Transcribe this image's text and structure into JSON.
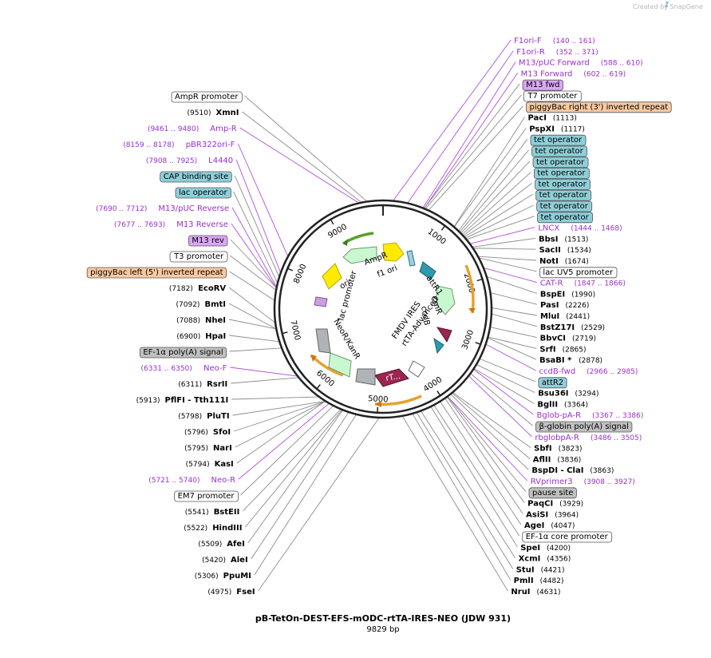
{
  "credit": "Created by SnapGene",
  "title": "pB-TetOn-DEST-EFS-mODC-rtTA-IRES-NEO (JDW 931)",
  "subtitle": "9829 bp",
  "total_bp": 9829,
  "ticks": [
    {
      "label": "1000",
      "pos": 1000
    },
    {
      "label": "2000",
      "pos": 2000
    },
    {
      "label": "3000",
      "pos": 3000
    },
    {
      "label": "4000",
      "pos": 4000
    },
    {
      "label": "5000",
      "pos": 5000
    },
    {
      "label": "6000",
      "pos": 6000
    },
    {
      "label": "7000",
      "pos": 7000
    },
    {
      "label": "8000",
      "pos": 8000
    },
    {
      "label": "9000",
      "pos": 9000
    }
  ],
  "inner_features": [
    {
      "label": "ori",
      "color": "#ffea00",
      "pos": 9700
    },
    {
      "label": "AmpR",
      "color": "#c9f7cf",
      "pos": 9200
    },
    {
      "label": "f1 ori",
      "color": "#b8d6e0",
      "pos": 200
    },
    {
      "label": "attR1",
      "color": "#2d9ab0",
      "pos": 1250
    },
    {
      "label": "CmR",
      "color": "#c9f7cf",
      "pos": 1900
    },
    {
      "label": "ccdB",
      "color": "#9b2650",
      "pos": 2500
    },
    {
      "label": "FMDV IRES",
      "color": "#ffffff",
      "pos": 3900
    },
    {
      "label": "rtTA-Advanced",
      "color": "#c9f7cf",
      "pos": 5200
    },
    {
      "label": "rT...",
      "color": "#9b2650",
      "pos": 4700
    },
    {
      "label": "NeoR/KanR",
      "color": "#c9f7cf",
      "pos": 6300
    },
    {
      "label": "lac promoter",
      "color": "#ffffff",
      "pos": 8400
    }
  ],
  "labels": [
    {
      "kind": "primer",
      "text": "M13/pUC Forward",
      "coord": "(588 .. 610)",
      "pos": 590
    },
    {
      "kind": "primer",
      "text": "M13 Forward",
      "coord": "(602 .. 619)",
      "pos": 610
    },
    {
      "kind": "primer",
      "text": "F1ori-R",
      "coord": "(352 .. 371)",
      "pos": 360
    },
    {
      "kind": "box",
      "text": "M13 fwd",
      "fill": "#d9a6f5",
      "pos": 610
    },
    {
      "kind": "box",
      "text": "T7 promoter",
      "fill": "#ffffff",
      "pos": 630
    },
    {
      "kind": "primer",
      "text": "F1ori-F",
      "coord": "(140 .. 161)",
      "pos": 150
    },
    {
      "kind": "box",
      "text": "piggyBac right (3') inverted repeat",
      "fill": "#f8c9a0",
      "pos": 680
    },
    {
      "kind": "box",
      "text": "AmpR promoter",
      "fill": "#ffffff",
      "pos": 9590
    },
    {
      "kind": "enzyme",
      "text": "PacI",
      "coord": "(1113)",
      "pos": 1113
    },
    {
      "kind": "enzyme",
      "text": "XmnI",
      "coord": "(9510)",
      "pos": 9510
    },
    {
      "kind": "enzyme",
      "text": "PspXI",
      "coord": "(1117)",
      "pos": 1117
    },
    {
      "kind": "primer",
      "text": "Amp-R",
      "coord": "(9461 .. 9480)",
      "pos": 9470
    },
    {
      "kind": "box",
      "text": "tet operator",
      "fill": "#8ecfd9",
      "pos": 1200
    },
    {
      "kind": "box",
      "text": "tet operator",
      "fill": "#8ecfd9",
      "pos": 1225
    },
    {
      "kind": "box",
      "text": "tet operator",
      "fill": "#8ecfd9",
      "pos": 1250
    },
    {
      "kind": "box",
      "text": "tet operator",
      "fill": "#8ecfd9",
      "pos": 1275
    },
    {
      "kind": "box",
      "text": "tet operator",
      "fill": "#8ecfd9",
      "pos": 1300
    },
    {
      "kind": "box",
      "text": "tet operator",
      "fill": "#8ecfd9",
      "pos": 1325
    },
    {
      "kind": "box",
      "text": "tet operator",
      "fill": "#8ecfd9",
      "pos": 1350
    },
    {
      "kind": "primer",
      "text": "pBR322ori-F",
      "coord": "(8159 .. 8178)",
      "pos": 8168
    },
    {
      "kind": "box",
      "text": "tet operator",
      "fill": "#8ecfd9",
      "pos": 1375
    },
    {
      "kind": "primer",
      "text": "L4440",
      "coord": "(7908 .. 7925)",
      "pos": 7915
    },
    {
      "kind": "primer",
      "text": "LNCX",
      "coord": "(1444 .. 1468)",
      "pos": 1455
    },
    {
      "kind": "box",
      "text": "CAP binding site",
      "fill": "#8ecfd9",
      "pos": 7850
    },
    {
      "kind": "enzyme",
      "text": "BbsI",
      "coord": "(1513)",
      "pos": 1513
    },
    {
      "kind": "primer",
      "text": "M13/pUC Reverse",
      "coord": "(7690 .. 7712)",
      "pos": 7700
    },
    {
      "kind": "enzyme",
      "text": "SacII",
      "coord": "(1534)",
      "pos": 1534
    },
    {
      "kind": "box",
      "text": "lac operator",
      "fill": "#8ecfd9",
      "pos": 7760
    },
    {
      "kind": "enzyme",
      "text": "NotI",
      "coord": "(1674)",
      "pos": 1674
    },
    {
      "kind": "box",
      "text": "lac UV5 promoter",
      "fill": "#ffffff",
      "pos": 1700
    },
    {
      "kind": "primer",
      "text": "M13 Reverse",
      "coord": "(7677 .. 7693)",
      "pos": 7685
    },
    {
      "kind": "primer",
      "text": "CAT-R",
      "coord": "(1847 .. 1866)",
      "pos": 1856
    },
    {
      "kind": "box",
      "text": "M13 rev",
      "fill": "#d9a6f5",
      "pos": 7685
    },
    {
      "kind": "box",
      "text": "T3 promoter",
      "fill": "#ffffff",
      "pos": 7650
    },
    {
      "kind": "enzyme",
      "text": "BspEI",
      "coord": "(1990)",
      "pos": 1990
    },
    {
      "kind": "box",
      "text": "piggyBac left (5') inverted repeat",
      "fill": "#f8c9a0",
      "pos": 7500
    },
    {
      "kind": "enzyme",
      "text": "PasI",
      "coord": "(2226)",
      "pos": 2226
    },
    {
      "kind": "enzyme",
      "text": "EcoRV",
      "coord": "(7182)",
      "pos": 7182
    },
    {
      "kind": "enzyme",
      "text": "MluI",
      "coord": "(2441)",
      "pos": 2441
    },
    {
      "kind": "enzyme",
      "text": "BmtI",
      "coord": "(7092)",
      "pos": 7092
    },
    {
      "kind": "enzyme",
      "text": "BstZ17I",
      "coord": "(2529)",
      "pos": 2529
    },
    {
      "kind": "enzyme",
      "text": "NheI",
      "coord": "(7088)",
      "pos": 7088
    },
    {
      "kind": "enzyme",
      "text": "HpaI",
      "coord": "(6900)",
      "pos": 6900
    },
    {
      "kind": "enzyme",
      "text": "BbvCI",
      "coord": "(2719)",
      "pos": 2719
    },
    {
      "kind": "enzyme",
      "text": "SrfI",
      "coord": "(2865)",
      "pos": 2865
    },
    {
      "kind": "box",
      "text": "EF-1α poly(A) signal",
      "fill": "#c0c0c0",
      "pos": 6800
    },
    {
      "kind": "enzyme",
      "text": "BsaBI *",
      "coord": "(2878)",
      "pos": 2878
    },
    {
      "kind": "primer",
      "text": "Neo-F",
      "coord": "(6331 .. 6350)",
      "pos": 6340
    },
    {
      "kind": "primer",
      "text": "ccdB-fwd",
      "coord": "(2966 .. 2985)",
      "pos": 2975
    },
    {
      "kind": "enzyme",
      "text": "RsrII",
      "coord": "(6311)",
      "pos": 6311
    },
    {
      "kind": "box",
      "text": "attR2",
      "fill": "#8ecfd9",
      "pos": 3200
    },
    {
      "kind": "enzyme",
      "text": "PflFI - Tth111I",
      "coord": "(5913)",
      "pos": 5913
    },
    {
      "kind": "enzyme",
      "text": "Bsu36I",
      "coord": "(3294)",
      "pos": 3294
    },
    {
      "kind": "enzyme",
      "text": "PluTI",
      "coord": "(5798)",
      "pos": 5798
    },
    {
      "kind": "enzyme",
      "text": "BglII",
      "coord": "(3364)",
      "pos": 3364
    },
    {
      "kind": "enzyme",
      "text": "SfoI",
      "coord": "(5796)",
      "pos": 5796
    },
    {
      "kind": "primer",
      "text": "Bglob-pA-R",
      "coord": "(3367 .. 3386)",
      "pos": 3376
    },
    {
      "kind": "enzyme",
      "text": "NarI",
      "coord": "(5795)",
      "pos": 5795
    },
    {
      "kind": "box",
      "text": "β-globin poly(A) signal",
      "fill": "#c0c0c0",
      "pos": 3450
    },
    {
      "kind": "enzyme",
      "text": "KasI",
      "coord": "(5794)",
      "pos": 5794
    },
    {
      "kind": "primer",
      "text": "Neo-R",
      "coord": "(5721 .. 5740)",
      "pos": 5730
    },
    {
      "kind": "primer",
      "text": "rbglobpA-R",
      "coord": "(3486 .. 3505)",
      "pos": 3495
    },
    {
      "kind": "box",
      "text": "EM7 promoter",
      "fill": "#ffffff",
      "pos": 5660
    },
    {
      "kind": "enzyme",
      "text": "SbfI",
      "coord": "(3823)",
      "pos": 3823
    },
    {
      "kind": "enzyme",
      "text": "AflII",
      "coord": "(3836)",
      "pos": 3836
    },
    {
      "kind": "enzyme",
      "text": "BstEII",
      "coord": "(5541)",
      "pos": 5541
    },
    {
      "kind": "enzyme",
      "text": "BspDI - ClaI",
      "coord": "(3863)",
      "pos": 3863
    },
    {
      "kind": "enzyme",
      "text": "HindIII",
      "coord": "(5522)",
      "pos": 5522
    },
    {
      "kind": "enzyme",
      "text": "AfeI",
      "coord": "(5509)",
      "pos": 5509
    },
    {
      "kind": "primer",
      "text": "RVprimer3",
      "coord": "(3908 .. 3927)",
      "pos": 3917
    },
    {
      "kind": "enzyme",
      "text": "AleI",
      "coord": "(5420)",
      "pos": 5420
    },
    {
      "kind": "box",
      "text": "pause site",
      "fill": "#c0c0c0",
      "pos": 3920
    },
    {
      "kind": "enzyme",
      "text": "PpuMI",
      "coord": "(5306)",
      "pos": 5306
    },
    {
      "kind": "enzyme",
      "text": "PaqCI",
      "coord": "(3929)",
      "pos": 3929
    },
    {
      "kind": "enzyme",
      "text": "FseI",
      "coord": "(4975)",
      "pos": 4975
    },
    {
      "kind": "enzyme",
      "text": "AsiSI",
      "coord": "(3964)",
      "pos": 3964
    },
    {
      "kind": "enzyme",
      "text": "AgeI",
      "coord": "(4047)",
      "pos": 4047
    },
    {
      "kind": "enzyme",
      "text": "NruI",
      "coord": "(4631)",
      "pos": 4631
    },
    {
      "kind": "enzyme",
      "text": "PmlI",
      "coord": "(4482)",
      "pos": 4482
    },
    {
      "kind": "box",
      "text": "EF-1α core promoter",
      "fill": "#ffffff",
      "pos": 4150
    },
    {
      "kind": "enzyme",
      "text": "StuI",
      "coord": "(4421)",
      "pos": 4421
    },
    {
      "kind": "enzyme",
      "text": "XcmI",
      "coord": "(4356)",
      "pos": 4356
    },
    {
      "kind": "enzyme",
      "text": "SpeI",
      "coord": "(4200)",
      "pos": 4200
    }
  ]
}
